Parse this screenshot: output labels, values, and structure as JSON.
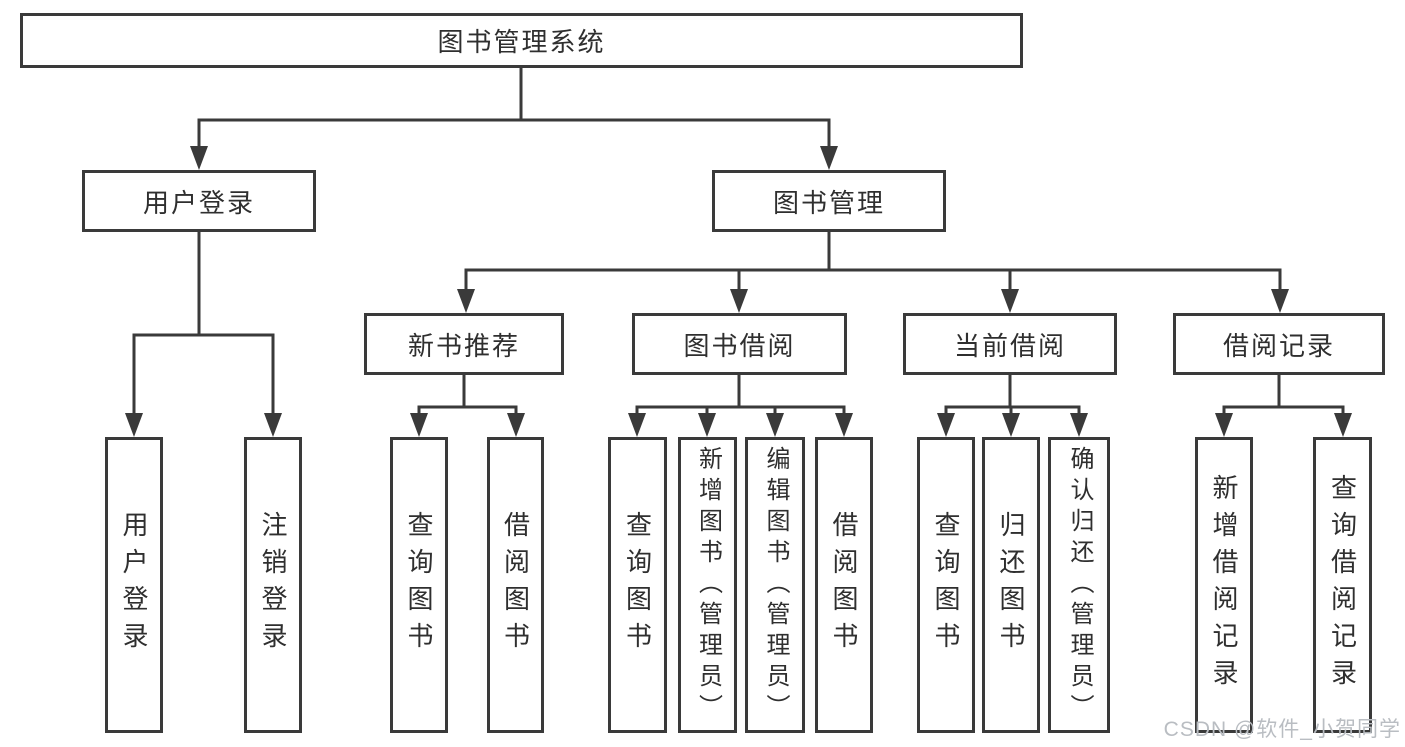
{
  "tree": {
    "root": "图书管理系统",
    "branches": [
      {
        "label": "用户登录",
        "children": [
          "用户登录",
          "注销登录"
        ]
      },
      {
        "label": "图书管理",
        "children": [
          {
            "label": "新书推荐",
            "children": [
              "查询图书",
              "借阅图书"
            ]
          },
          {
            "label": "图书借阅",
            "children": [
              "查询图书",
              "新增图书（管理员）",
              "编辑图书（管理员）",
              "借阅图书"
            ]
          },
          {
            "label": "当前借阅",
            "children": [
              "查询图书",
              "归还图书",
              "确认归还（管理员）"
            ]
          },
          {
            "label": "借阅记录",
            "children": [
              "新增借阅记录",
              "查询借阅记录"
            ]
          }
        ]
      }
    ]
  },
  "watermark": {
    "text": "CSDN @软件_小贺同学"
  },
  "colors": {
    "line": "#3a3a3a",
    "text": "#2f2f2f",
    "background": "#ffffff",
    "watermark": "#b9bdc2"
  }
}
